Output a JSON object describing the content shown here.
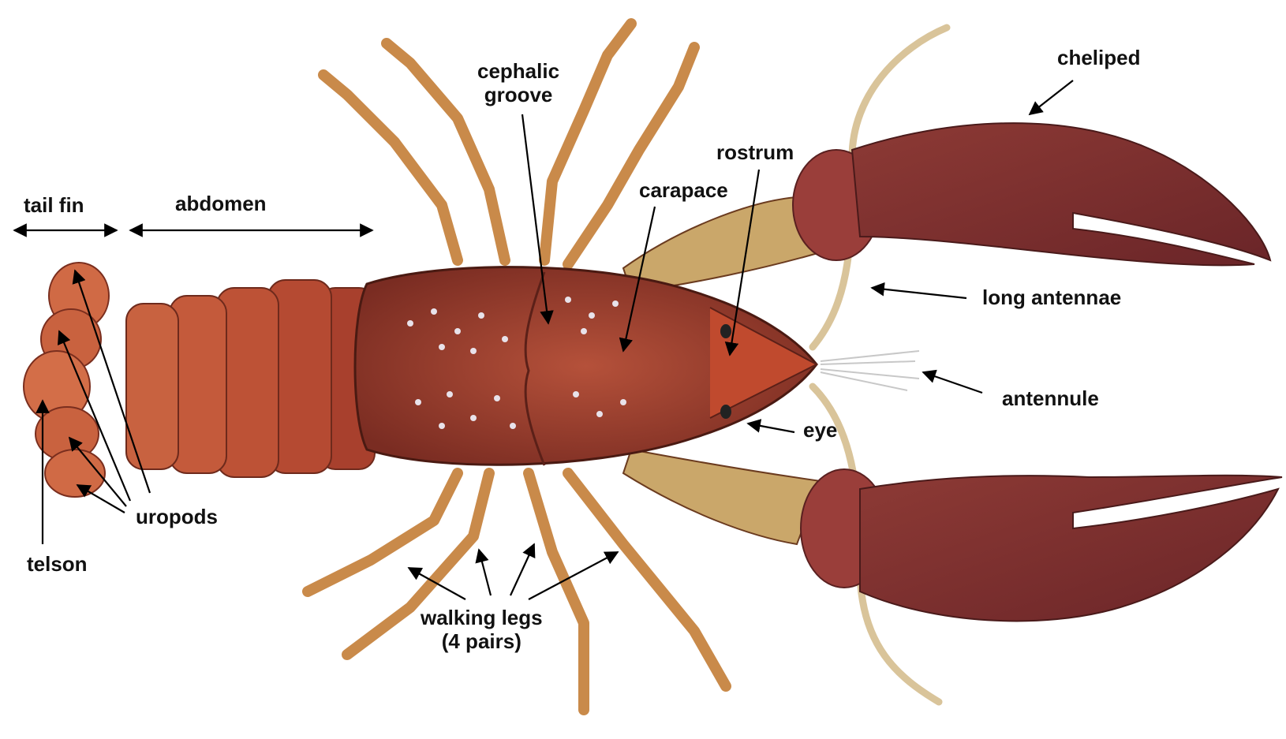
{
  "diagram": {
    "labels": {
      "tail_fin": "tail fin",
      "abdomen": "abdomen",
      "cephalic_groove_line1": "cephalic",
      "cephalic_groove_line2": "groove",
      "carapace": "carapace",
      "rostrum": "rostrum",
      "cheliped": "cheliped",
      "long_antennae": "long antennae",
      "antennule": "antennule",
      "eye": "eye",
      "uropods": "uropods",
      "telson": "telson",
      "walking_legs_line1": "walking legs",
      "walking_legs_line2": "(4 pairs)"
    },
    "colors": {
      "label_text": "#111111",
      "arrow": "#000000",
      "body_red": "#9b3a2c",
      "abdomen_orange": "#c85a3a",
      "claw_maroon": "#7d2f2f",
      "leg_tan": "#d79a55",
      "antenna_beige": "#d9c49a",
      "spots": "#e8e2ea"
    }
  }
}
